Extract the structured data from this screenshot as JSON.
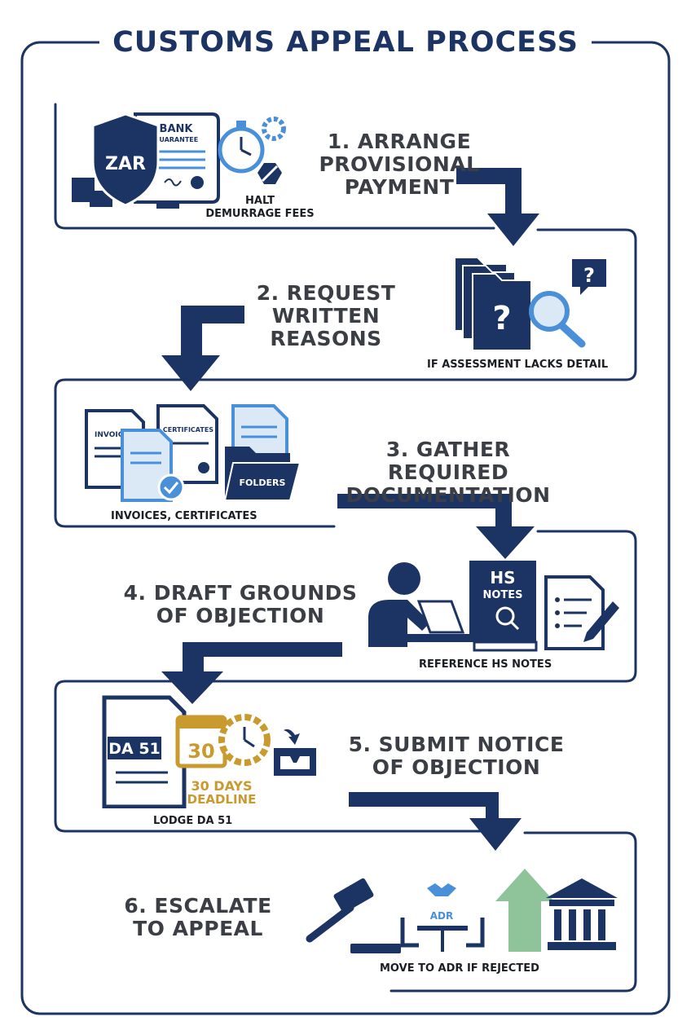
{
  "title": "CUSTOMS APPEAL PROCESS",
  "colors": {
    "navy": "#1c3463",
    "blue": "#4a90d9",
    "gold": "#c99a2e",
    "green": "#8fc49a",
    "text": "#3b3e44"
  },
  "steps": [
    {
      "heading": "1. ARRANGE PROVISIONAL PAYMENT",
      "line1": "1. ARRANGE",
      "line2": "PROVISIONAL",
      "line3": "PAYMENT",
      "caption": "HALT\nDEMURRAGE FEES",
      "cap1": "HALT",
      "cap2": "DEMURRAGE FEES",
      "icons": {
        "shield": "ZAR",
        "document_title1": "BANK",
        "document_title2": "GUARANTEE"
      }
    },
    {
      "heading": "2. REQUEST WRITTEN REASONS",
      "line1": "2. REQUEST",
      "line2": "WRITTEN",
      "line3": "REASONS",
      "caption": "IF ASSESSMENT LACKS DETAIL",
      "icons": {
        "folder_mark": "?",
        "bubble_mark": "?"
      }
    },
    {
      "heading": "3. GATHER REQUIRED DOCUMENTATION",
      "line1": "3. GATHER REQUIRED",
      "line2": "DOCUMENTATION",
      "caption": "INVOICES, CERTIFICATES",
      "icons": {
        "doc1": "INVOICES",
        "doc2": "CERTIFICATES",
        "folder": "FOLDERS"
      }
    },
    {
      "heading": "4. DRAFT GROUNDS OF OBJECTION",
      "line1": "4. DRAFT GROUNDS",
      "line2": "OF OBJECTION",
      "caption": "REFERENCE HS NOTES",
      "icons": {
        "book1": "HS",
        "book2": "NOTES"
      }
    },
    {
      "heading": "5. SUBMIT NOTICE OF OBJECTION",
      "line1": "5. SUBMIT NOTICE",
      "line2": "OF OBJECTION",
      "caption": "LODGE DA 51",
      "icons": {
        "form": "DA 51",
        "calendar": "30",
        "deadline1": "30 DAYS",
        "deadline2": "DEADLINE"
      }
    },
    {
      "heading": "6. ESCALATE TO APPEAL",
      "line1": "6. ESCALATE",
      "line2": "TO APPEAL",
      "caption": "MOVE TO ADR IF REJECTED",
      "icons": {
        "adr": "ADR"
      }
    }
  ]
}
